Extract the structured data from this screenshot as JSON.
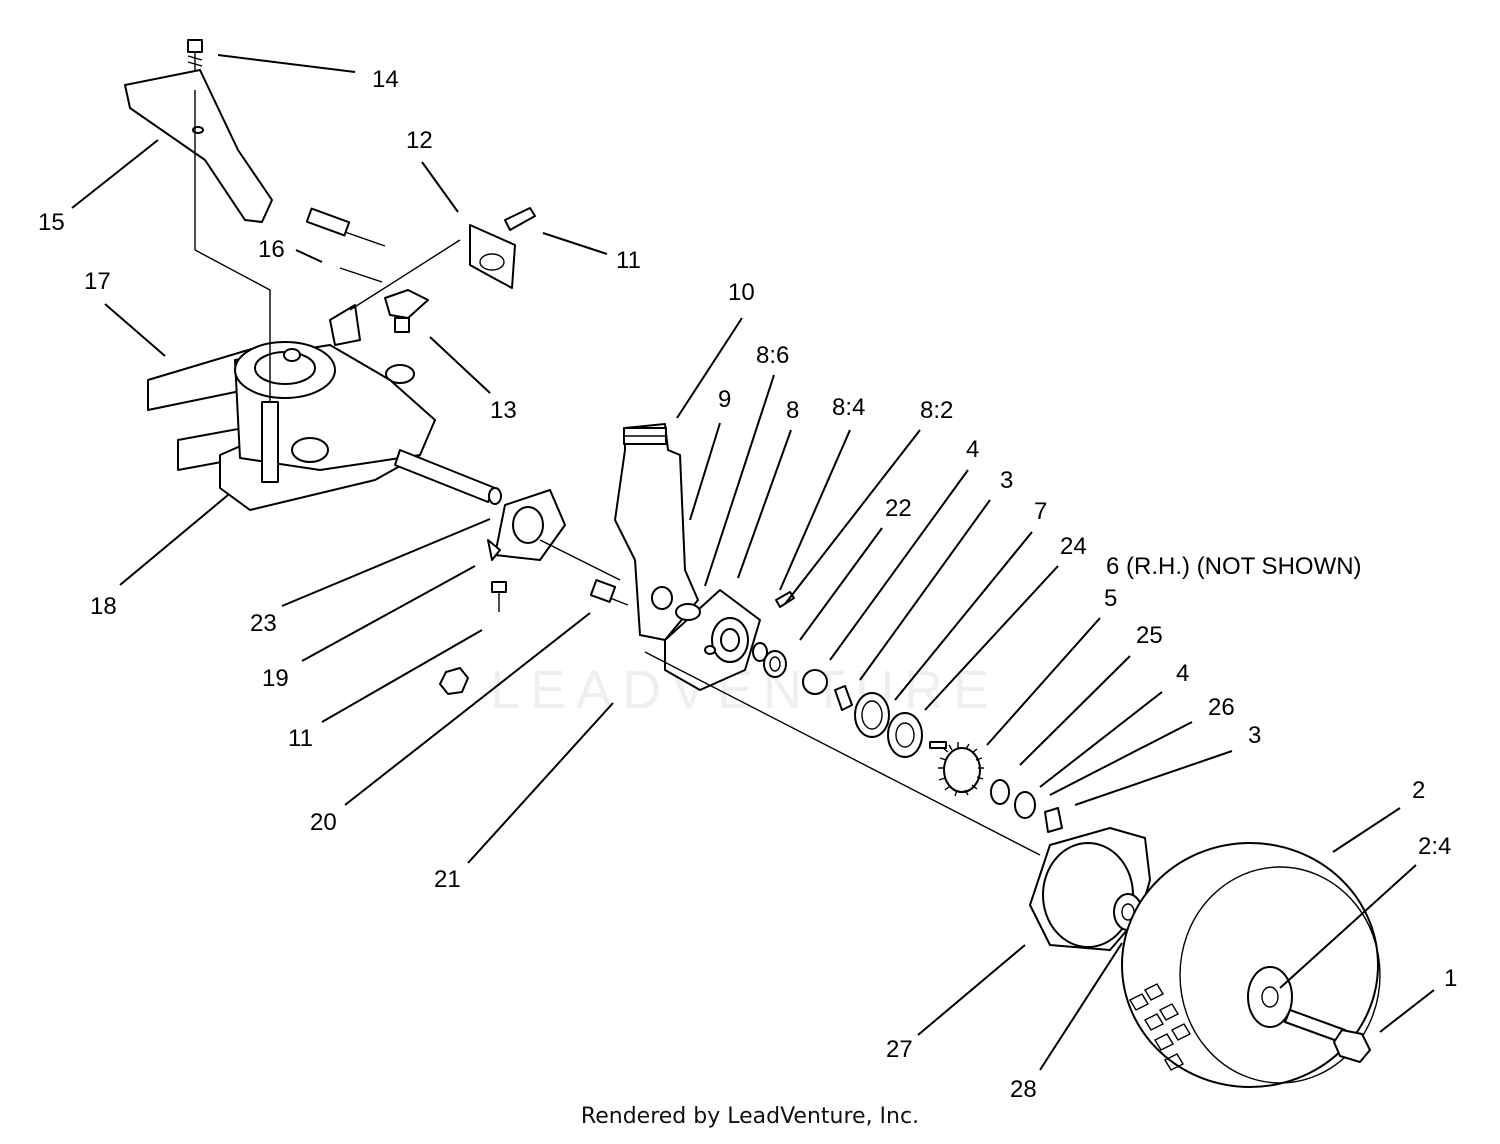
{
  "footer_text": "Rendered by LeadVenture, Inc.",
  "watermark_text": "LEADVENTURE",
  "colors": {
    "line": "#000000",
    "background": "#ffffff"
  },
  "callouts": {
    "c14": "14",
    "c12": "12",
    "c15": "15",
    "c16": "16",
    "c11a": "11",
    "c17": "17",
    "c10": "10",
    "c13": "13",
    "c8_6": "8:6",
    "c9": "9",
    "c8": "8",
    "c8_4": "8:4",
    "c8_2": "8:2",
    "c4a": "4",
    "c3a": "3",
    "c22": "22",
    "c7": "7",
    "c24": "24",
    "c6": "6 (R.H.) (NOT SHOWN)",
    "c5": "5",
    "c18": "18",
    "c23": "23",
    "c25": "25",
    "c4b": "4",
    "c19": "19",
    "c26": "26",
    "c3b": "3",
    "c11b": "11",
    "c20": "20",
    "c2": "2",
    "c2_4": "2:4",
    "c21": "21",
    "c1": "1",
    "c27": "27",
    "c28": "28"
  }
}
